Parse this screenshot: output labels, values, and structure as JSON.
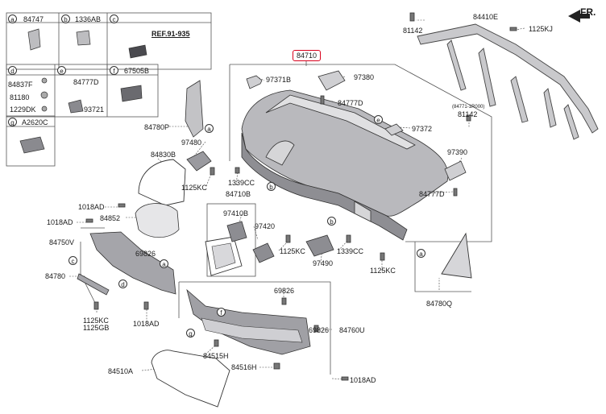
{
  "legend": {
    "a": {
      "letter": "a",
      "parts": [
        "84747"
      ]
    },
    "b": {
      "letter": "b",
      "parts": [
        "1336AB"
      ]
    },
    "c": {
      "letter": "c",
      "parts": [
        "REF.91-935"
      ]
    },
    "d": {
      "letter": "d",
      "parts": [
        "84837F",
        "81180",
        "1229DK"
      ]
    },
    "e": {
      "letter": "e",
      "parts": [
        "84777D",
        "93721"
      ]
    },
    "f": {
      "letter": "f",
      "parts": [
        "67505B"
      ]
    },
    "g": {
      "letter": "g",
      "parts": [
        "A2620C"
      ]
    }
  },
  "labels": {
    "main": "84710",
    "p97371B": "97371B",
    "p97380": "97380",
    "p84777D_1": "84777D",
    "p97372": "97372",
    "p97390": "97390",
    "p84777D_2": "84777D",
    "p84780P": "84780P",
    "p97480": "97480",
    "p84830B": "84830B",
    "p1125KC_1": "1125KC",
    "p1339CC_1": "1339CC",
    "p84710B": "84710B",
    "p1018AD_1": "1018AD",
    "p1018AD_2": "1018AD",
    "p84852": "84852",
    "p97410B": "97410B",
    "p97420": "97420",
    "p84750V": "84750V",
    "p69826_1": "69826",
    "p84780": "84780",
    "p1125KC_2": "1125KC",
    "p1125GB": "1125GB",
    "p1018AD_3": "1018AD",
    "p1125KC_3": "1125KC",
    "p97490": "97490",
    "p1339CC_2": "1339CC",
    "p1125KC_4": "1125KC",
    "p84780Q": "84780Q",
    "p69826_2": "69826",
    "p69826_3": "69826",
    "p84760U": "84760U",
    "p84515H": "84515H",
    "p84516H": "84516H",
    "p84510A": "84510A",
    "p1018AD_4": "1018AD",
    "p84410E": "84410E",
    "p81142_1": "81142",
    "p1125KJ": "1125KJ",
    "p81142_2": "81142",
    "note": "(84771-1R000)",
    "fr": "FR."
  },
  "callouts": {
    "c1": "c",
    "c2": "a",
    "c3": "b",
    "c4": "a",
    "c5": "d",
    "c6": "e",
    "c7": "b",
    "c8": "f",
    "c9": "g",
    "c10": "e",
    "c11": "c"
  }
}
